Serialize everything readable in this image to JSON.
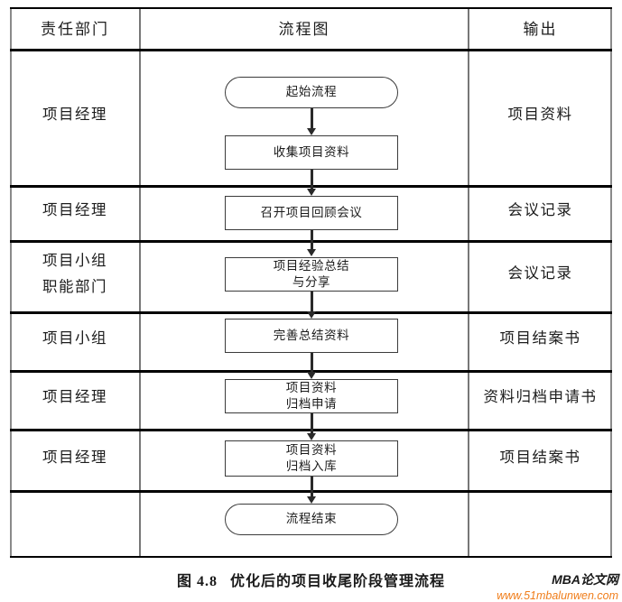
{
  "table": {
    "headers": {
      "responsible": "责任部门",
      "flowchart": "流程图",
      "output": "输出"
    },
    "rows": [
      {
        "responsible": "项目经理",
        "output": "项目资料"
      },
      {
        "responsible": "项目经理",
        "output": "会议记录"
      },
      {
        "responsible_line1": "项目小组",
        "responsible_line2": "职能部门",
        "output": "会议记录"
      },
      {
        "responsible": "项目小组",
        "output": "项目结案书"
      },
      {
        "responsible": "项目经理",
        "output": "资料归档申请书"
      },
      {
        "responsible": "项目经理",
        "output": "项目结案书"
      },
      {
        "responsible": "",
        "output": ""
      }
    ]
  },
  "flow": {
    "nodes": [
      {
        "id": "start",
        "shape": "terminator",
        "text": "起始流程"
      },
      {
        "id": "collect",
        "shape": "process",
        "text": "收集项目资料"
      },
      {
        "id": "review",
        "shape": "process",
        "text": "召开项目回顾会议"
      },
      {
        "id": "summary",
        "shape": "process",
        "line1": "项目经验总结",
        "line2": "与分享"
      },
      {
        "id": "perfect",
        "shape": "process",
        "text": "完善总结资料"
      },
      {
        "id": "apply",
        "shape": "process",
        "line1": "项目资料",
        "line2": "归档申请"
      },
      {
        "id": "archive",
        "shape": "process",
        "line1": "项目资料",
        "line2": "归档入库"
      },
      {
        "id": "end",
        "shape": "terminator",
        "text": "流程结束"
      }
    ]
  },
  "caption": {
    "number": "图 4.8",
    "title": "优化后的项目收尾阶段管理流程"
  },
  "watermark": {
    "brand": "MBA论文网",
    "url": "www.51mbalunwen.com"
  },
  "colors": {
    "border": "#000000",
    "rule": "#777777",
    "node_border": "#3b3b3b",
    "connector": "#2a2a2a",
    "watermark_url": "#f07d1a",
    "text": "#1c1c1c",
    "background": "#ffffff"
  }
}
